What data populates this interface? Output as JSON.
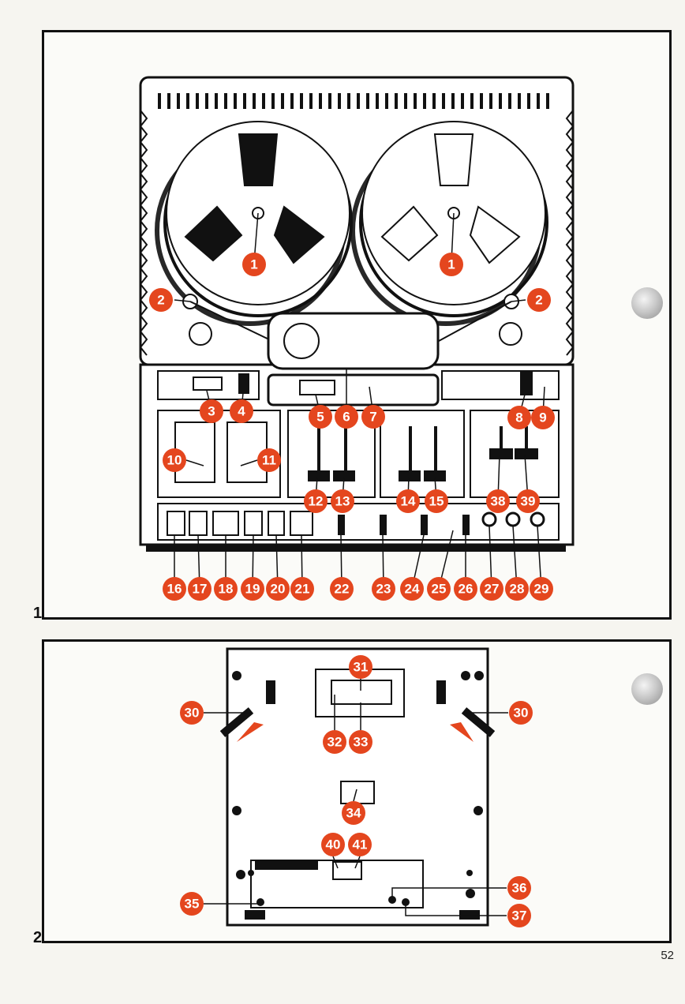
{
  "figures": [
    {
      "number": "1",
      "callouts": [
        "1",
        "1",
        "2",
        "2",
        "3",
        "4",
        "5",
        "6",
        "7",
        "8",
        "9",
        "10",
        "11",
        "12",
        "13",
        "14",
        "15",
        "38",
        "39",
        "16",
        "17",
        "18",
        "19",
        "20",
        "21",
        "22",
        "23",
        "24",
        "25",
        "26",
        "27",
        "28",
        "29"
      ]
    },
    {
      "number": "2",
      "callouts": [
        "30",
        "30",
        "31",
        "32",
        "33",
        "34",
        "40",
        "41",
        "35",
        "36",
        "37"
      ]
    }
  ],
  "page_number": "52",
  "colors": {
    "callout": "#e4461e",
    "line": "#111111"
  }
}
